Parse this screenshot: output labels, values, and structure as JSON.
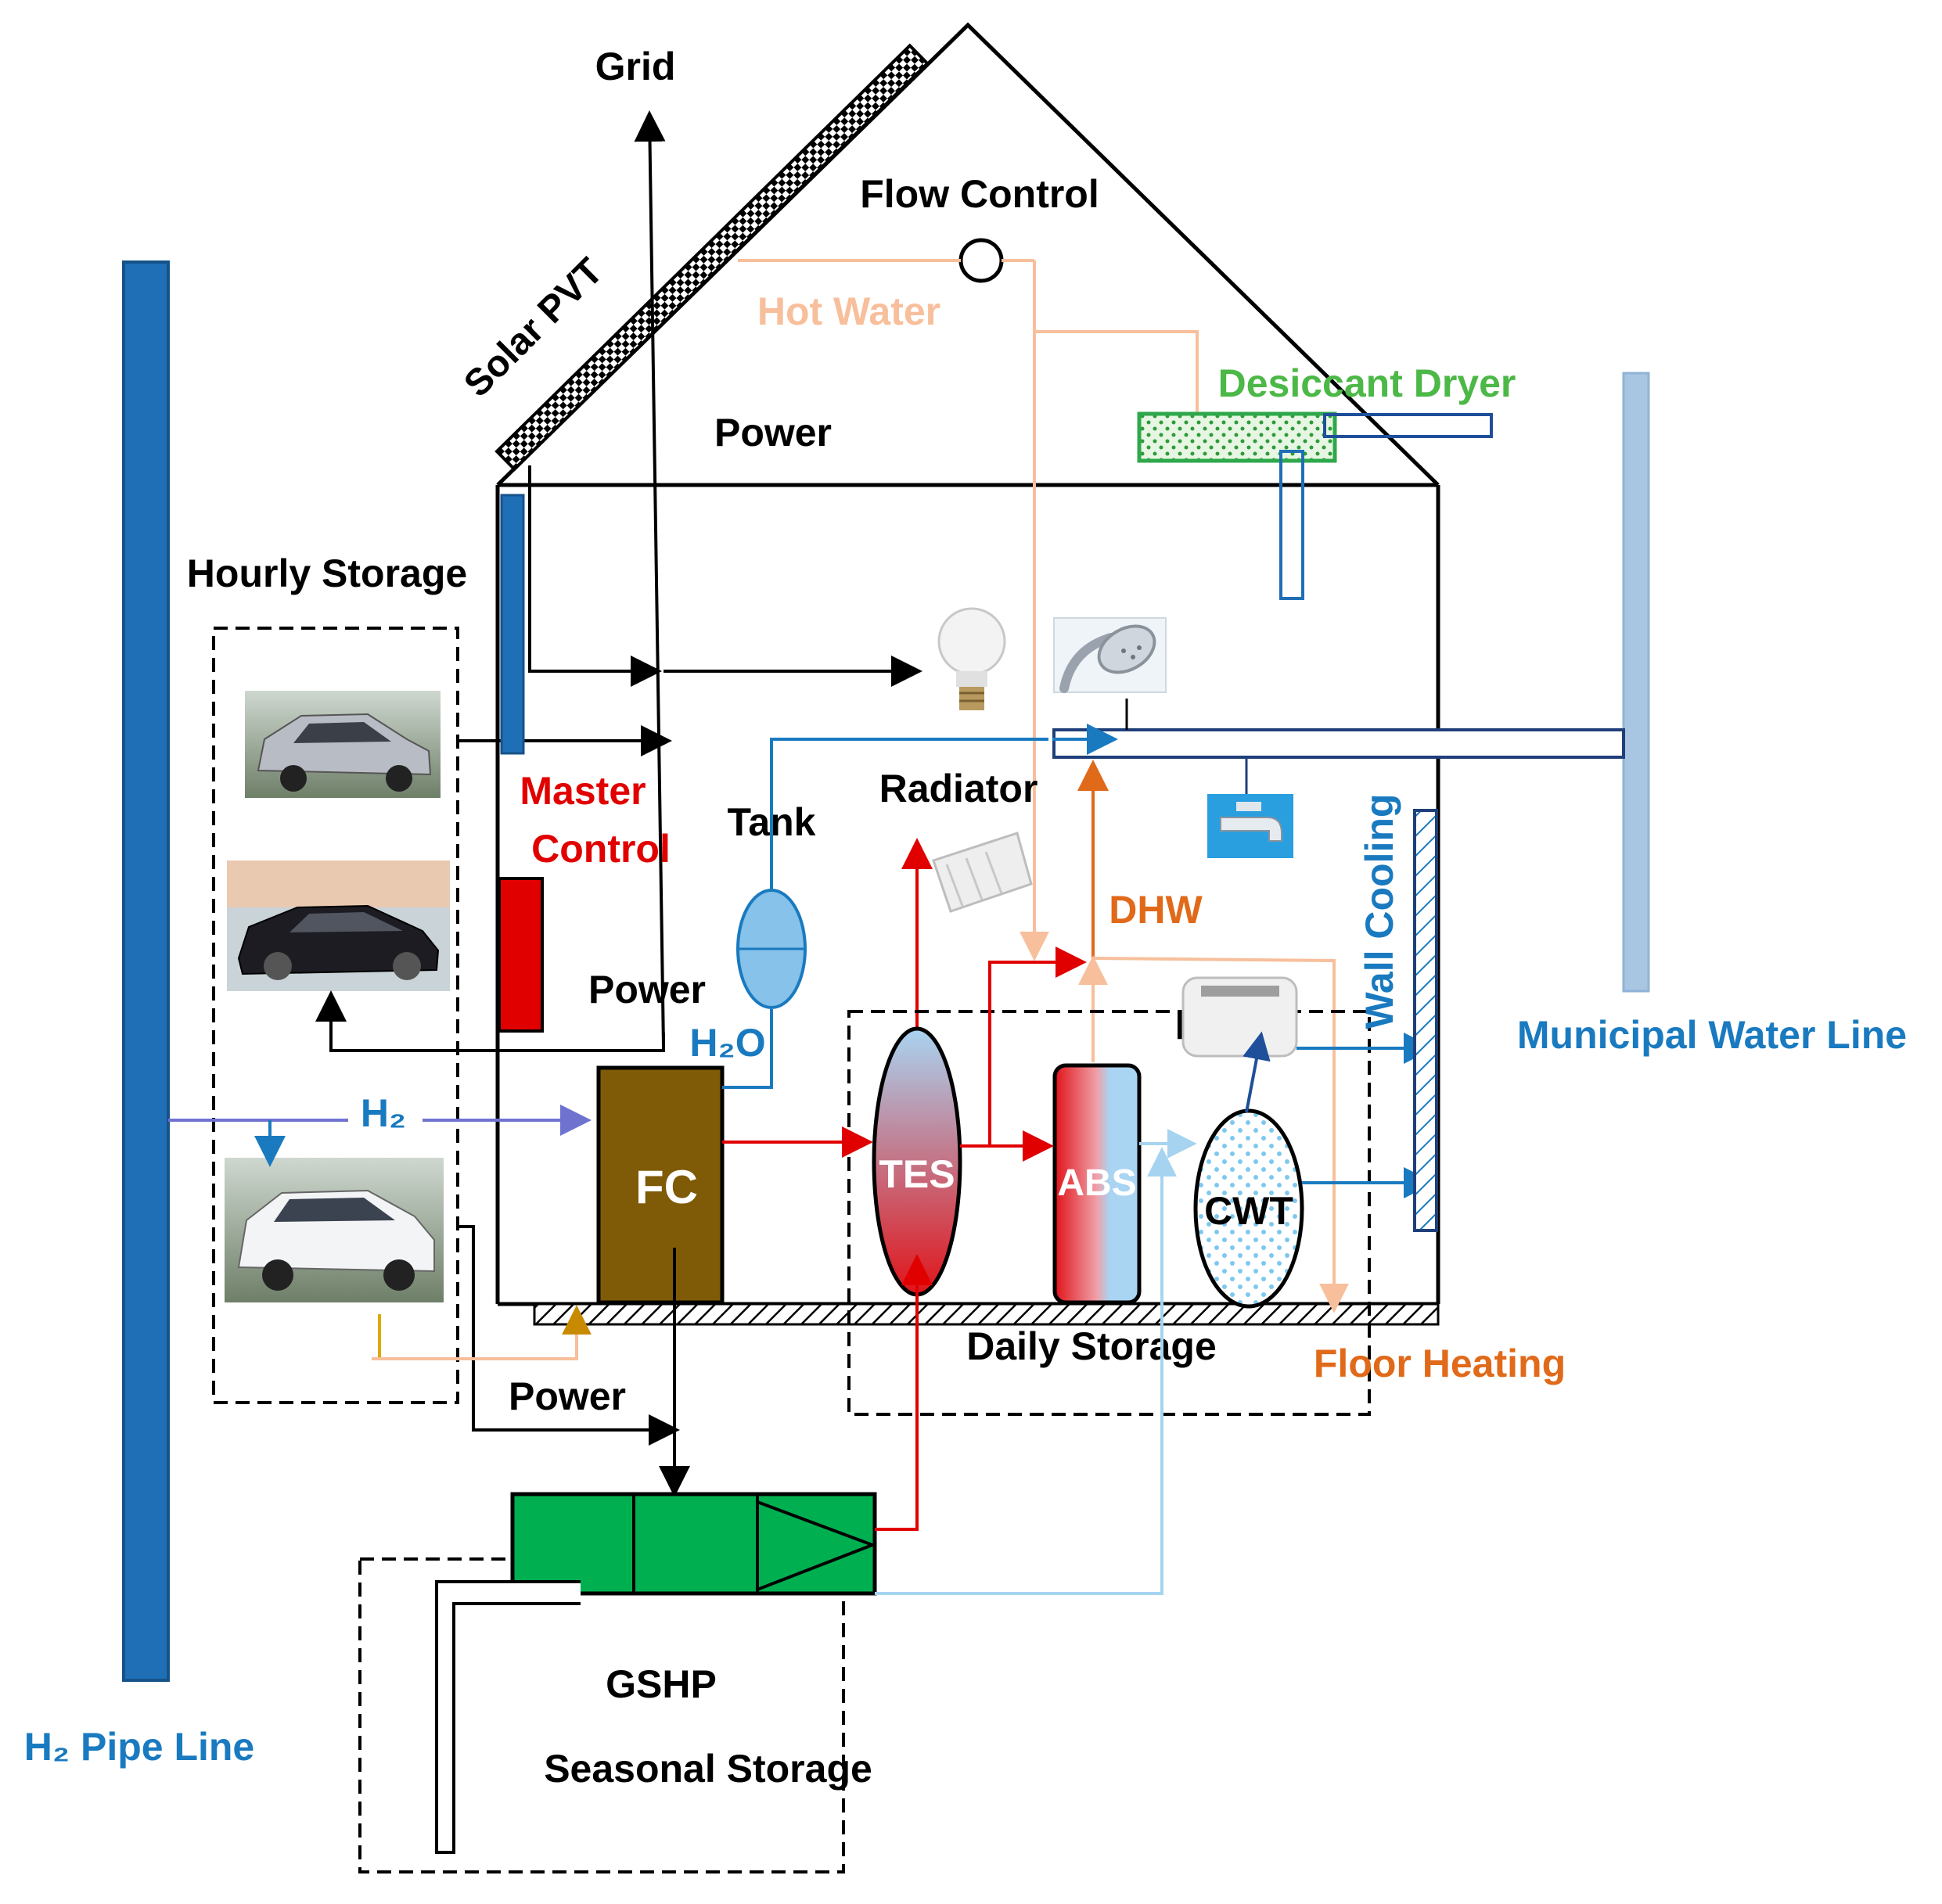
{
  "labels": {
    "grid": "Grid",
    "flow_control": "Flow Control",
    "solar_pvt": "Solar PVT",
    "hot_water": "Hot Water",
    "desiccant_dryer": "Desiccant Dryer",
    "power_roof": "Power",
    "hourly_storage": "Hourly Storage",
    "master_control_1": "Master",
    "master_control_2": "Control",
    "tank": "Tank",
    "radiator": "Radiator",
    "wall_cooling": "Wall Cooling",
    "municipal_water_line": "Municipal Water Line",
    "dhw": "DHW",
    "power_mid": "Power",
    "h2o": "H₂O",
    "h2": "H₂",
    "fc_main": "FC",
    "tes": "TES",
    "abs": "ABS",
    "cwt": "CWT",
    "fc_small": "FC",
    "daily_storage": "Daily Storage",
    "floor_heating": "Floor Heating",
    "power_low": "Power",
    "gshp": "GSHP",
    "h2_pipe_line": "H₂ Pipe Line",
    "seasonal_storage": "Seasonal Storage"
  },
  "colors": {
    "black": "#000000",
    "blue_label": "#1a7ac0",
    "red": "#e00000",
    "orange": "#e06a1a",
    "peach": "#f7bf9b",
    "green_label": "#4cb847",
    "h2_arrow": "#6f73cf",
    "fc_brown": "#7f5a07",
    "gshp_green": "#00b050",
    "dark_navy": "#1f3f7a",
    "h2_pipe": "#1f6fb6",
    "municipal_pipe": "#a8c6e2",
    "light_blue": "#a6d4f0",
    "gold": "#e0a800"
  },
  "icons": [
    "light-bulb-icon",
    "shower-head-icon",
    "water-tap-icon",
    "radiator-icon",
    "fan-coil-icon",
    "car-icon"
  ]
}
